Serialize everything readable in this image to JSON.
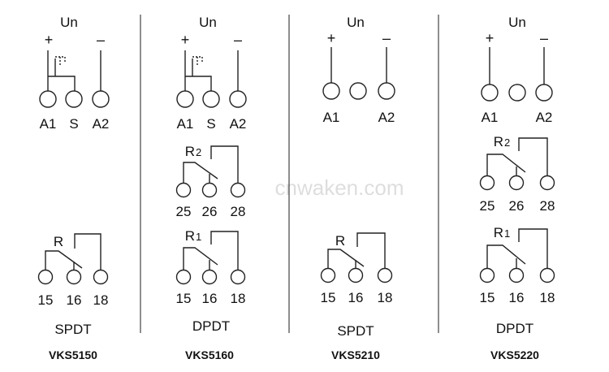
{
  "watermark": "cnwaken.com",
  "supply_label": "Un",
  "plus_sign": "+",
  "minus_sign": "–",
  "panels": [
    {
      "model": "VKS5150",
      "contact_type": "SPDT",
      "supply_terminals": [
        "A1",
        "S",
        "A2"
      ],
      "relays": [
        {
          "name": "R",
          "terminals": [
            "15",
            "16",
            "18"
          ]
        }
      ]
    },
    {
      "model": "VKS5160",
      "contact_type": "DPDT",
      "supply_terminals": [
        "A1",
        "S",
        "A2"
      ],
      "relays": [
        {
          "name": "R",
          "sub": "2",
          "terminals": [
            "25",
            "26",
            "28"
          ]
        },
        {
          "name": "R",
          "sub": "1",
          "terminals": [
            "15",
            "16",
            "18"
          ]
        }
      ]
    },
    {
      "model": "VKS5210",
      "contact_type": "SPDT",
      "supply_terminals": [
        "A1",
        "",
        "A2"
      ],
      "relays": [
        {
          "name": "R",
          "terminals": [
            "15",
            "16",
            "18"
          ]
        }
      ]
    },
    {
      "model": "VKS5220",
      "contact_type": "DPDT",
      "supply_terminals": [
        "A1",
        "",
        "A2"
      ],
      "relays": [
        {
          "name": "R",
          "sub": "2",
          "terminals": [
            "25",
            "26",
            "28"
          ]
        },
        {
          "name": "R",
          "sub": "1",
          "terminals": [
            "15",
            "16",
            "18"
          ]
        }
      ]
    }
  ]
}
